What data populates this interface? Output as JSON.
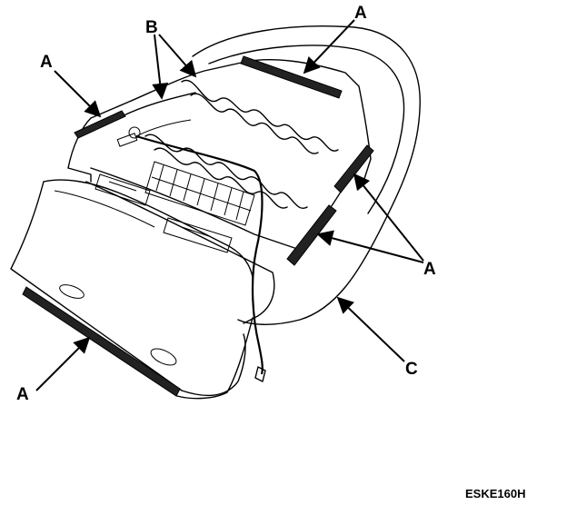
{
  "figure": {
    "code": "ESKE160H",
    "callouts": {
      "a": "A",
      "b": "B",
      "c": "C"
    }
  }
}
